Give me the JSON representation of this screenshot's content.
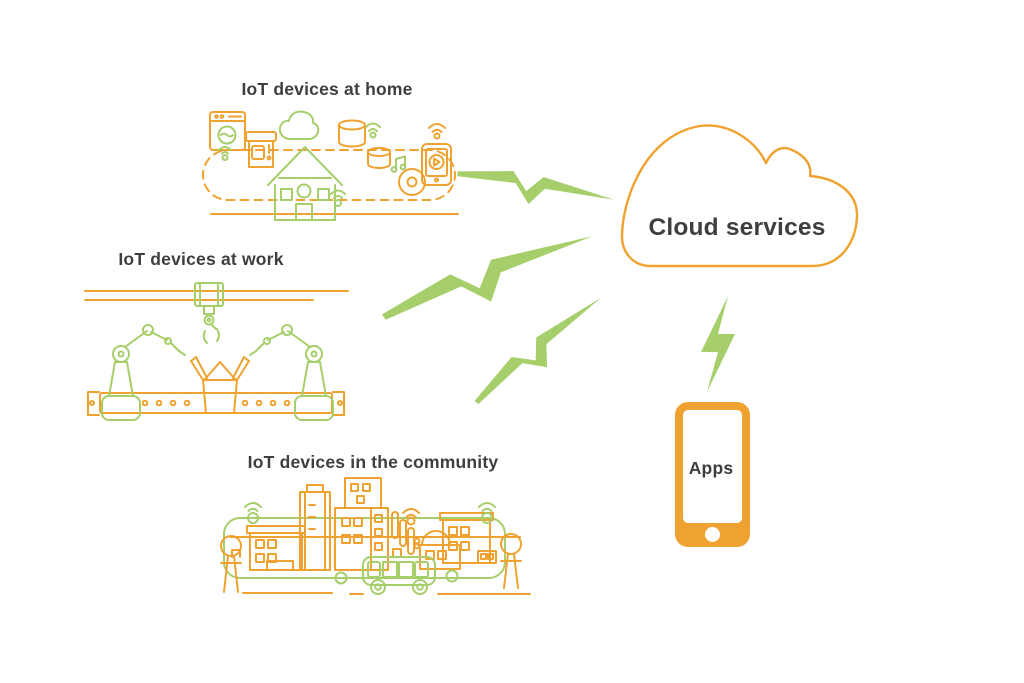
{
  "colors": {
    "orange": "#F0A230",
    "green": "#A6CE6B",
    "text": "#3E3E3E",
    "background": "#FFFFFF"
  },
  "groups": {
    "home": {
      "label": "IoT devices at home"
    },
    "work": {
      "label": "IoT devices at work"
    },
    "community": {
      "label": "IoT devices in the community"
    }
  },
  "cloud": {
    "label": "Cloud services"
  },
  "phone": {
    "label": "Apps"
  },
  "connections": [
    {
      "from": "home",
      "to": "cloud",
      "icon": "lightning-bolt-icon"
    },
    {
      "from": "work",
      "to": "cloud",
      "icon": "lightning-bolt-icon"
    },
    {
      "from": "community",
      "to": "cloud",
      "icon": "lightning-bolt-icon"
    },
    {
      "from": "cloud",
      "to": "phone",
      "icon": "lightning-bolt-icon"
    }
  ]
}
